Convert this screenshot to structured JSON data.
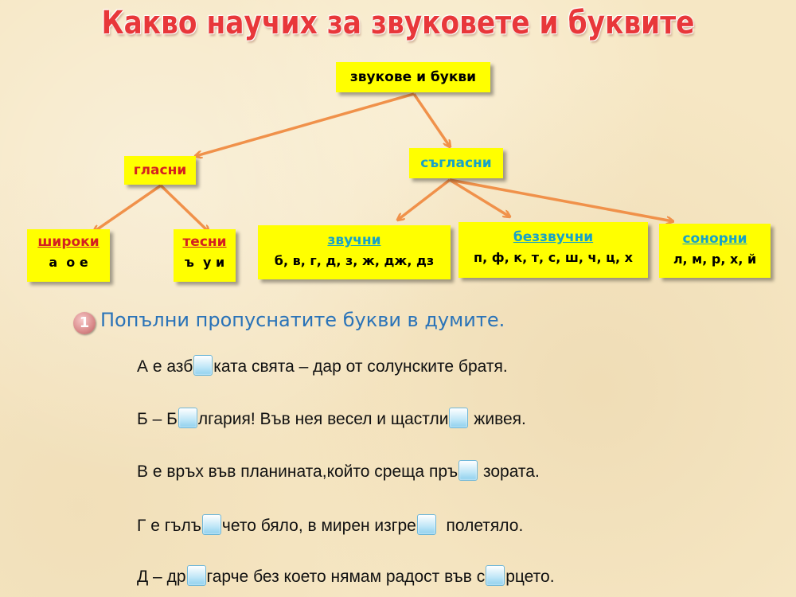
{
  "title": "Какво научих за звуковете и буквите",
  "tree": {
    "root": "звукове и букви",
    "vowels": "гласни",
    "consonants": "съгласни",
    "wide": {
      "label": "широки",
      "letters": "а  о е"
    },
    "narrow": {
      "label": "тесни",
      "letters": "ъ  у и"
    },
    "voiced": {
      "label": "звучни",
      "letters": "б, в, г, д, з, ж, дж, дз"
    },
    "voiceless": {
      "label": "беззвучни",
      "letters": "п, ф, к, т, с, ш, ч, ц, х"
    },
    "sonorant": {
      "label": "сонорни",
      "letters": "л, м, р, х, й"
    }
  },
  "exercise": {
    "number": "1",
    "instruction": "Попълни пропуснатите букви в думите.",
    "lines": [
      {
        "parts": [
          "А е азб",
          "ката свята – дар от солунските братя."
        ]
      },
      {
        "parts": [
          "Б – Б",
          "лгария! Във нея весел и щастли",
          " живея."
        ]
      },
      {
        "parts": [
          "В е връх във планината,който среща пръ",
          " зората."
        ]
      },
      {
        "parts": [
          "Г е гълъ",
          "чето бяло, в мирен изгре",
          "  полетяло."
        ]
      },
      {
        "parts": [
          "Д – др",
          "гарче без което нямам радост във с",
          "рцето."
        ]
      }
    ]
  },
  "colors": {
    "box": "#ffff00",
    "red": "#d42020",
    "blue": "#17a2c8",
    "arrow": "#f0914a"
  }
}
